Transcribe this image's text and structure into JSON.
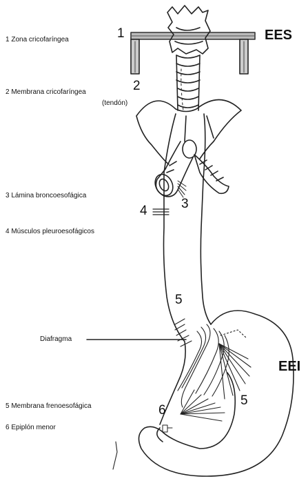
{
  "labels": {
    "l1": "1 Zona cricofaríngea",
    "l2a": "2 Membrana cricofaríngea",
    "l2b": "(tendón)",
    "l3": "3 Lámina broncoesofágica",
    "l4": "4 Músculos pleuroesofágicos",
    "diaphragm": "Diafragma",
    "l5": "5 Membrana frenoesofágica",
    "l6": "6 Epiplón menor"
  },
  "markers": {
    "m1": "1",
    "m2": "2",
    "m3": "3",
    "m4": "4",
    "m5a": "5",
    "m5b": "5",
    "m6": "6"
  },
  "sphincters": {
    "upper": "EES",
    "lower": "EEI"
  }
}
